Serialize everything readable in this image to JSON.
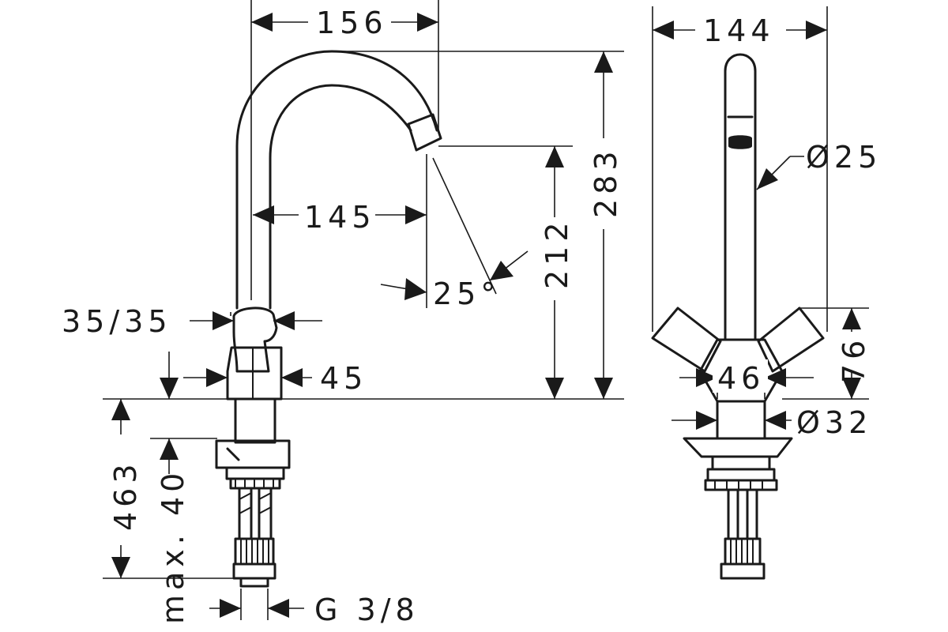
{
  "dimensions": {
    "spout_reach_top": "156",
    "spout_reach": "145",
    "height_total": "283",
    "spout_height": "212",
    "spout_angle": "25°",
    "handle_width": "35/35",
    "body_width": "45",
    "mount_depth": "463",
    "deck_max": "max. 40",
    "thread": "G 3/8",
    "side_width": "144",
    "spout_diameter": "Ø25",
    "handle_height": "76",
    "body_side_width": "46",
    "base_diameter": "Ø32"
  }
}
